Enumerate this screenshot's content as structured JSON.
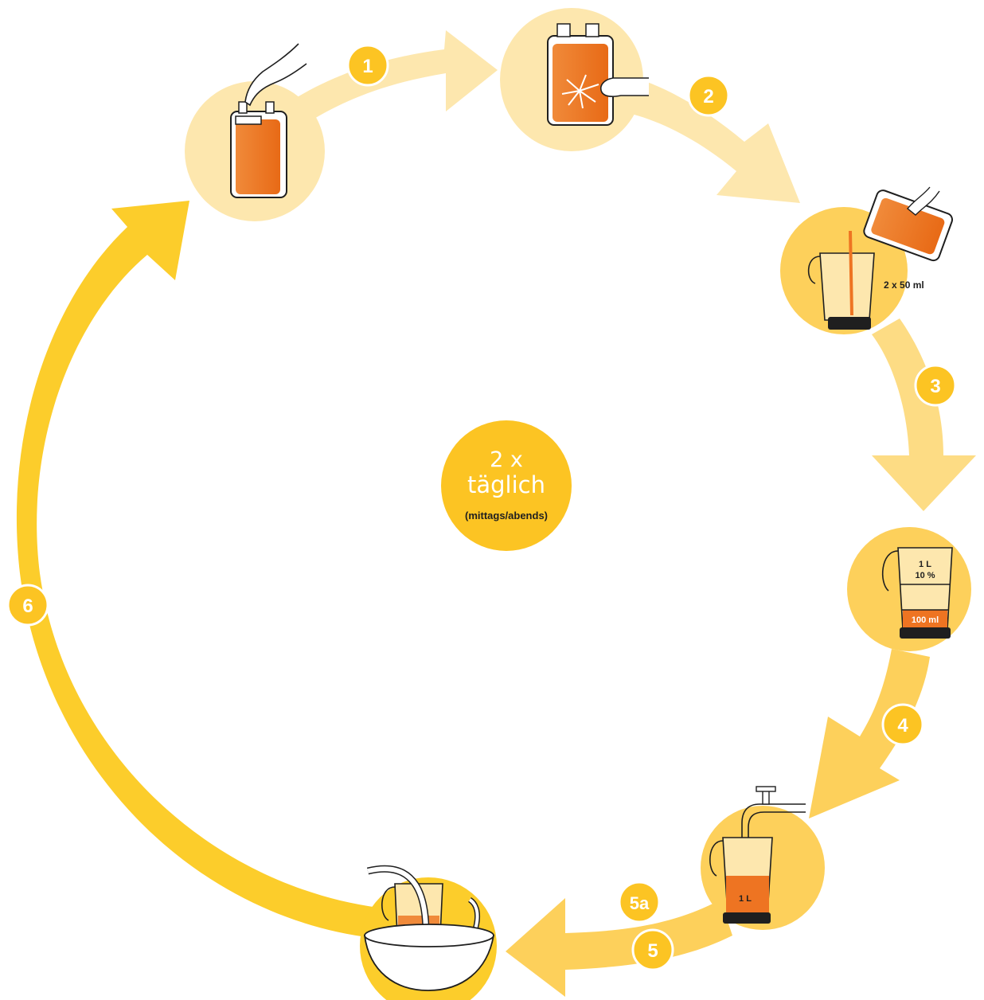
{
  "center": {
    "line1": "2 x",
    "line2": "täglich",
    "line3": "(mittags/abends)"
  },
  "steps": [
    {
      "label": "1"
    },
    {
      "label": "2"
    },
    {
      "label": "3"
    },
    {
      "label": "4"
    },
    {
      "label": "5a"
    },
    {
      "label": "5"
    },
    {
      "label": "6"
    }
  ],
  "labels": {
    "pour_amount": "2 x 50 ml",
    "jug_top_volume": "1 L",
    "jug_top_percent": "10 %",
    "jug_bottom_volume": "100 ml",
    "fill_volume": "1 L"
  },
  "colors": {
    "pale_yellow": "#FDE7AE",
    "light_yellow": "#FDDC84",
    "mid_yellow": "#FDD05B",
    "strong_yellow": "#FCCD2B",
    "badge": "#FCC423",
    "orange": "#EE7422",
    "dark": "#1F1F1F"
  }
}
